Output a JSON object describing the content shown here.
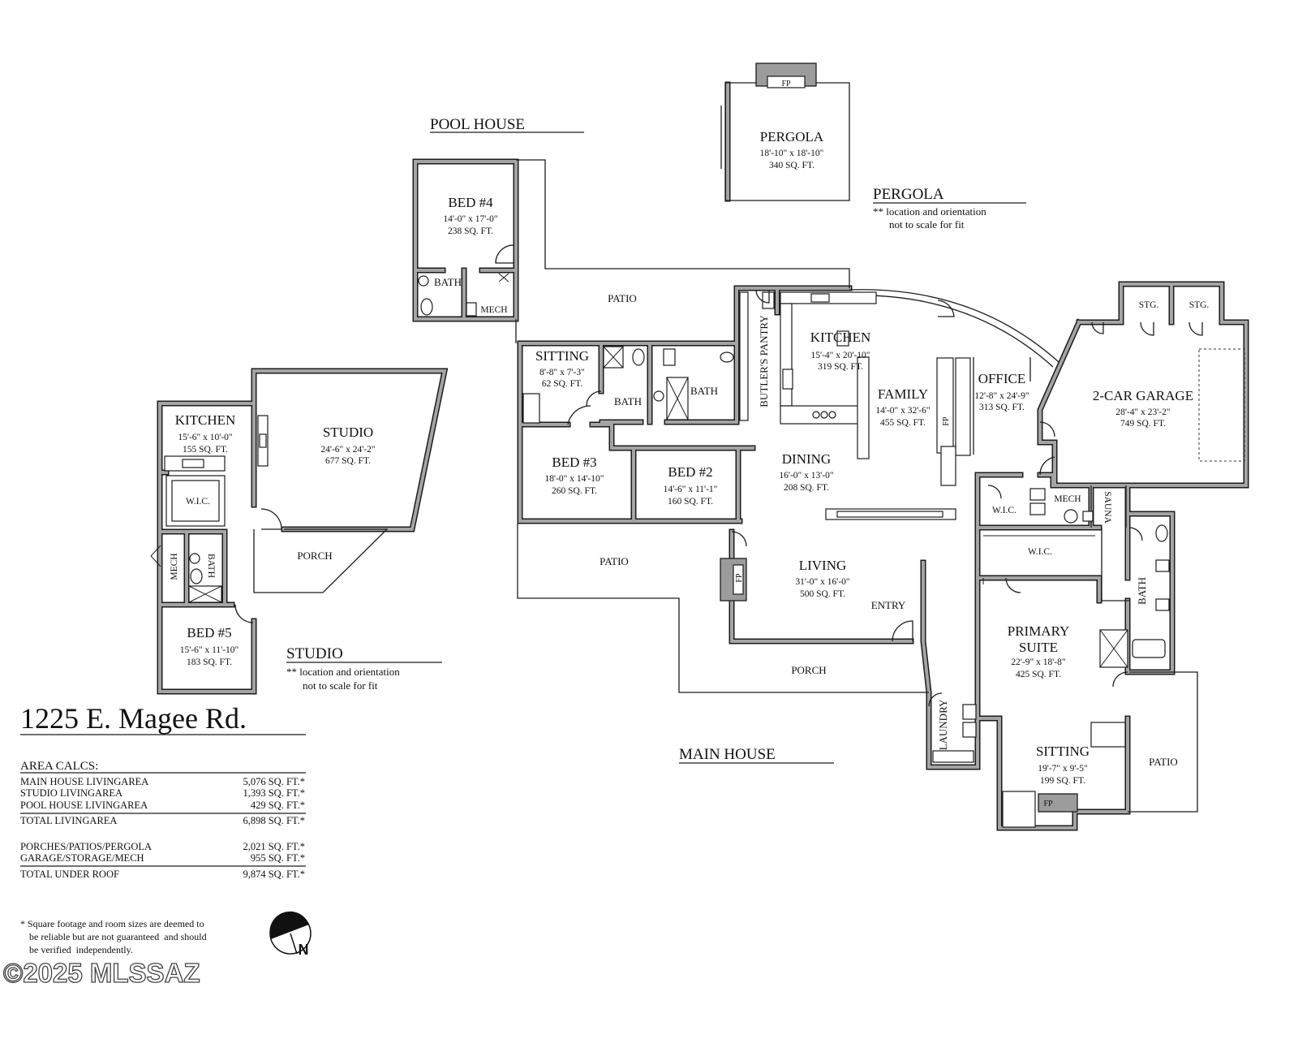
{
  "address": "1225 E. Magee Rd.",
  "pool_house": {
    "title": "POOL HOUSE",
    "rooms": [
      {
        "name": "BED #4",
        "dims": "14'-0\" x 17'-0\"",
        "area": "238 SQ. FT."
      }
    ],
    "labels": [
      "BATH",
      "MECH"
    ]
  },
  "pergola": {
    "title": "PERGOLA",
    "room": {
      "name": "PERGOLA",
      "dims": "18'-10\" x 18'-10\"",
      "area": "340 SQ. FT."
    },
    "fireplace": "FP",
    "note": [
      "** location and orientation",
      "not to scale for fit"
    ]
  },
  "main_house": {
    "title": "MAIN HOUSE",
    "rooms": [
      {
        "name": "SITTING",
        "dims": "8'-8\" x 7'-3\"",
        "area": "62 SQ. FT."
      },
      {
        "name": "KITCHEN",
        "dims": "15'-4\" x 20'-10\"",
        "area": "319 SQ. FT."
      },
      {
        "name": "FAMILY",
        "dims": "14'-0\" x 32'-6\"",
        "area": "455 SQ. FT."
      },
      {
        "name": "OFFICE",
        "dims": "12'-8\" x 24'-9\"",
        "area": "313 SQ. FT."
      },
      {
        "name": "2-CAR GARAGE",
        "dims": "28'-4\" x 23'-2\"",
        "area": "749 SQ. FT."
      },
      {
        "name": "BED #3",
        "dims": "18'-0\" x 14'-10\"",
        "area": "260 SQ. FT."
      },
      {
        "name": "BED #2",
        "dims": "14'-6\" x 11'-1\"",
        "area": "160 SQ. FT."
      },
      {
        "name": "DINING",
        "dims": "16'-0\" x 13'-0\"",
        "area": "208 SQ. FT."
      },
      {
        "name": "LIVING",
        "dims": "31'-0\" x 16'-0\"",
        "area": "500 SQ. FT."
      },
      {
        "name": "PRIMARY",
        "name2": "SUITE",
        "dims": "22'-9\" x 18'-8\"",
        "area": "425 SQ. FT."
      },
      {
        "name": "SITTING",
        "dims": "19'-7\" x 9'-5\"",
        "area": "199 SQ. FT."
      }
    ],
    "labels": [
      "PATIO",
      "BATH",
      "BATH",
      "BUTLER'S PANTRY",
      "STG.",
      "STG.",
      "FP",
      "MECH",
      "W.I.C.",
      "SAUNA",
      "W.I.C.",
      "PATIO",
      "FP",
      "ENTRY",
      "BATH",
      "PORCH",
      "LAUNDRY",
      "FP",
      "PATIO"
    ]
  },
  "studio": {
    "title": "STUDIO",
    "rooms": [
      {
        "name": "KITCHEN",
        "dims": "15'-6\" x 10'-0\"",
        "area": "155 SQ. FT."
      },
      {
        "name": "STUDIO",
        "dims": "24'-6\" x 24'-2\"",
        "area": "677 SQ. FT."
      },
      {
        "name": "BED #5",
        "dims": "15'-6\" x 11'-10\"",
        "area": "183 SQ. FT."
      }
    ],
    "labels": [
      "W.I.C.",
      "MECH",
      "BATH",
      "PORCH"
    ],
    "note": [
      "** location and orientation",
      "not to scale for fit"
    ]
  },
  "area_calcs": {
    "heading": "AREA CALCS:",
    "living": [
      {
        "label": "MAIN HOUSE LIVINGAREA",
        "value": "5,076 SQ. FT.*"
      },
      {
        "label": "STUDIO LIVINGAREA",
        "value": "1,393 SQ. FT.*"
      },
      {
        "label": "POOL HOUSE LIVINGAREA",
        "value": "429 SQ. FT.*"
      }
    ],
    "total_living": {
      "label": "TOTAL LIVINGAREA",
      "value": "6,898 SQ. FT.*"
    },
    "other": [
      {
        "label": "PORCHES/PATIOS/PERGOLA",
        "value": "2,021 SQ. FT.*"
      },
      {
        "label": "GARAGE/STORAGE/MECH",
        "value": "955 SQ. FT.*"
      }
    ],
    "total_roof": {
      "label": "TOTAL UNDER ROOF",
      "value": "9,874 SQ. FT.*"
    }
  },
  "footnote": [
    "* Square footage and room sizes are deemed to",
    "be reliable but are not guaranteed  and should",
    "be verified  independently."
  ],
  "compass": "N",
  "watermark": "©2025 MLSSAZ"
}
